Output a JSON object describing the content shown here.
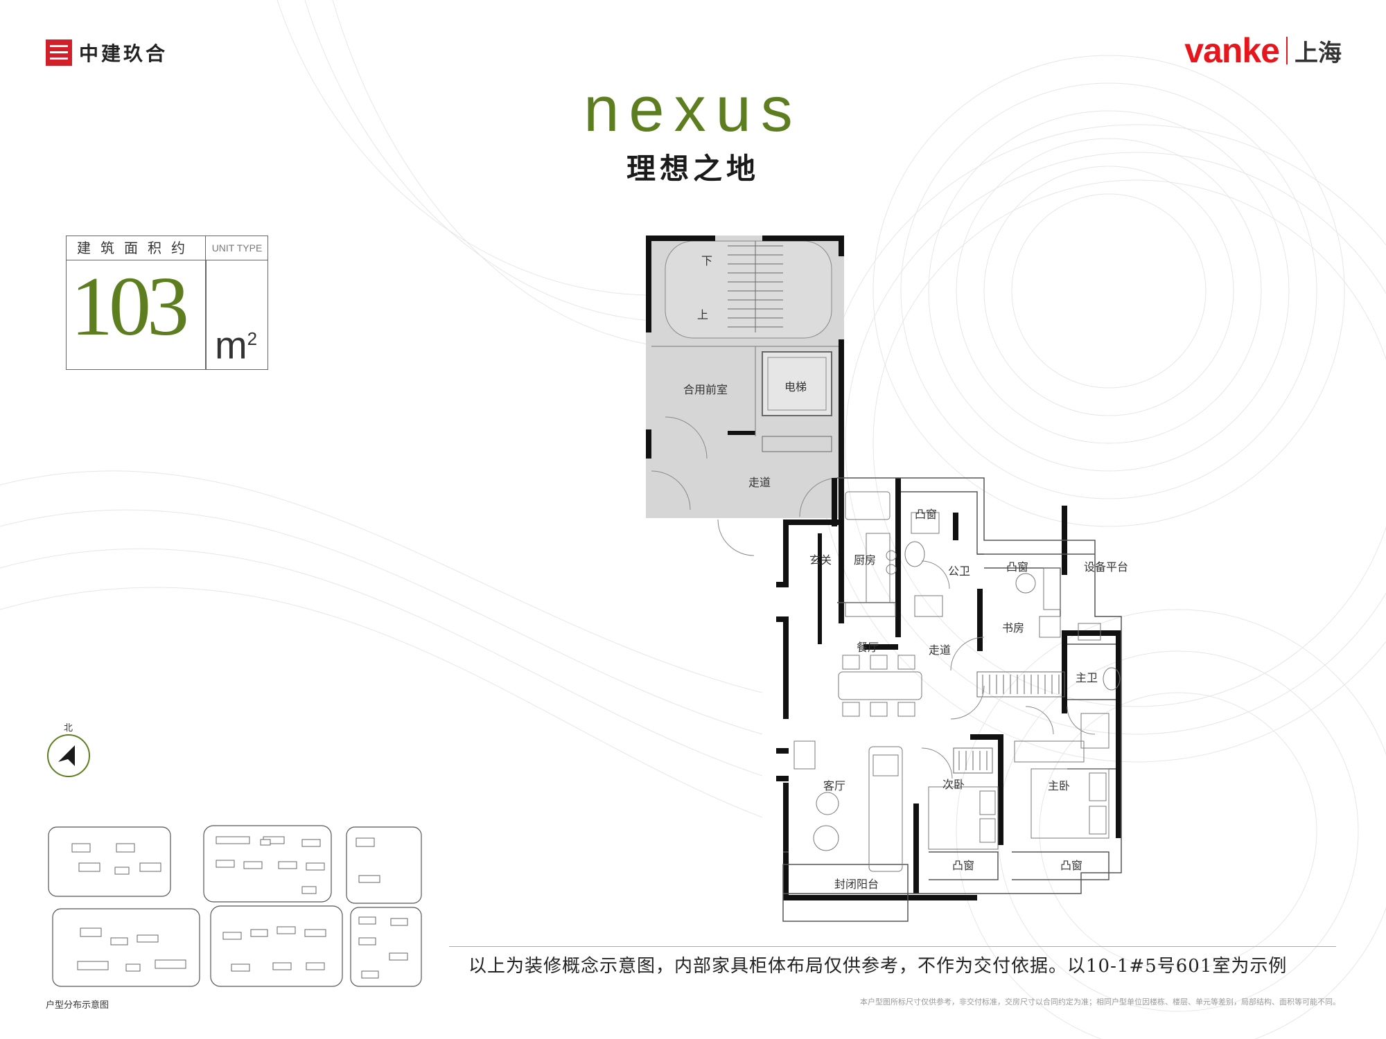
{
  "header": {
    "developer_logo_text": "中建玖合",
    "partner_logo_word": "vanke",
    "partner_logo_city": "上海",
    "project_logo": "nexus",
    "project_name": "理想之地"
  },
  "area_panel": {
    "label": "建筑面积约",
    "unit_type": "UNIT TYPE",
    "area_value": "103",
    "area_unit": "m",
    "area_unit_sup": "2"
  },
  "compass": {
    "label": "北"
  },
  "rooms": {
    "stair_down": "下",
    "stair_up": "上",
    "common_lobby": "合用前室",
    "elevator": "电梯",
    "corridor_common": "走道",
    "entrance": "玄关",
    "kitchen": "厨房",
    "bay_window_kitchen": "凸窗",
    "public_bath": "公卫",
    "bay_window_study": "凸窗",
    "equipment_platform": "设备平台",
    "study": "书房",
    "dining": "餐厅",
    "corridor_unit": "走道",
    "master_bath": "主卫",
    "living": "客厅",
    "second_bedroom": "次卧",
    "master_bedroom": "主卧",
    "bay_window_second": "凸窗",
    "bay_window_master": "凸窗",
    "enclosed_balcony": "封闭阳台"
  },
  "site_plan": {
    "caption": "户型分布示意图"
  },
  "notes": {
    "main": "以上为装修概念示意图，内部家具柜体布局仅供参考，不作为交付依据。以10-1#5号601室为示例",
    "footnote": "本户型图所标尺寸仅供参考，非交付标准，交房尺寸以合同约定为准；相同户型单位因楼栋、楼层、单元等差别，局部结构、面积等可能不同。"
  },
  "colors": {
    "brand_green": "#5d7e1f",
    "vanke_red": "#e5161c",
    "developer_red": "#d2202a",
    "core_gray": "#d6d6d6",
    "wall": "#111111"
  }
}
